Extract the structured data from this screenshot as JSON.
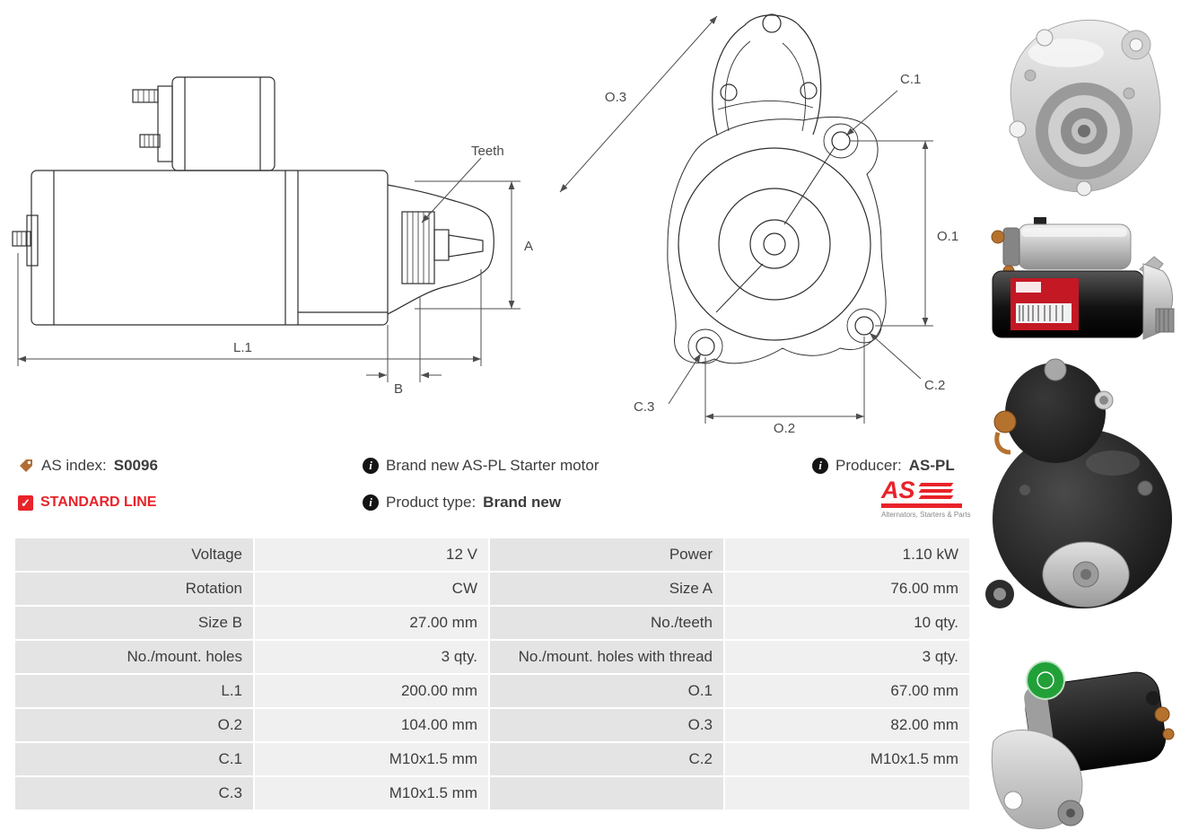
{
  "colors": {
    "accent_red": "#e8232a",
    "tag_icon": "#b26d35",
    "table_label_bg": "#e4e4e4",
    "table_value_bg": "#f0f0f0"
  },
  "diagram": {
    "side": {
      "teeth": "Teeth",
      "a": "A",
      "l1": "L.1",
      "b": "B"
    },
    "front": {
      "o3": "O.3",
      "c1": "C.1",
      "o1": "O.1",
      "c2": "C.2",
      "c3": "C.3",
      "o2": "O.2"
    }
  },
  "icon_glyphs": {
    "info": "i",
    "check": "✓"
  },
  "info": {
    "as_index_label": "AS index:",
    "as_index_value": "S0096",
    "standard_line": "STANDARD LINE",
    "brand_new": "Brand new AS-PL Starter motor",
    "product_type_label": "Product type:",
    "product_type_value": "Brand new",
    "producer_label": "Producer:",
    "producer_value": "AS-PL",
    "logo_text": "AS",
    "logo_tagline": "Alternators, Starters & Parts"
  },
  "spec_table": {
    "rows": [
      {
        "l1": "Voltage",
        "v1": "12 V",
        "l2": "Power",
        "v2": "1.10 kW"
      },
      {
        "l1": "Rotation",
        "v1": "CW",
        "l2": "Size A",
        "v2": "76.00 mm"
      },
      {
        "l1": "Size B",
        "v1": "27.00 mm",
        "l2": "No./teeth",
        "v2": "10 qty."
      },
      {
        "l1": "No./mount. holes",
        "v1": "3 qty.",
        "l2": "No./mount. holes with thread",
        "v2": "3 qty."
      },
      {
        "l1": "L.1",
        "v1": "200.00 mm",
        "l2": "O.1",
        "v2": "67.00 mm"
      },
      {
        "l1": "O.2",
        "v1": "104.00 mm",
        "l2": "O.3",
        "v2": "82.00 mm"
      },
      {
        "l1": "C.1",
        "v1": "M10x1.5 mm",
        "l2": "C.2",
        "v2": "M10x1.5 mm"
      },
      {
        "l1": "C.3",
        "v1": "M10x1.5 mm",
        "l2": "",
        "v2": ""
      }
    ]
  }
}
